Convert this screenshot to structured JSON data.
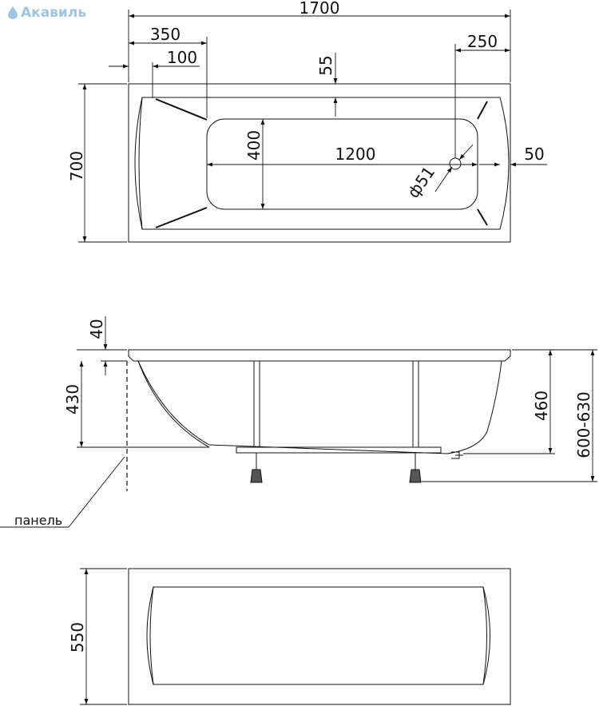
{
  "brand": {
    "name": "Акавиль",
    "color": "#9cc4e4"
  },
  "top_view": {
    "length": "1700",
    "offset_350": "350",
    "offset_100": "100",
    "rim_55": "55",
    "drain_offset": "250",
    "width": "700",
    "inner_width": "400",
    "inner_length": "1200",
    "drain_diameter": "ф51",
    "end_rim": "50"
  },
  "side_view": {
    "rim_height": "40",
    "depth": "430",
    "inner_height": "460",
    "total_height": "600-630",
    "panel_label": "панель"
  },
  "bottom_view": {
    "width": "550"
  }
}
